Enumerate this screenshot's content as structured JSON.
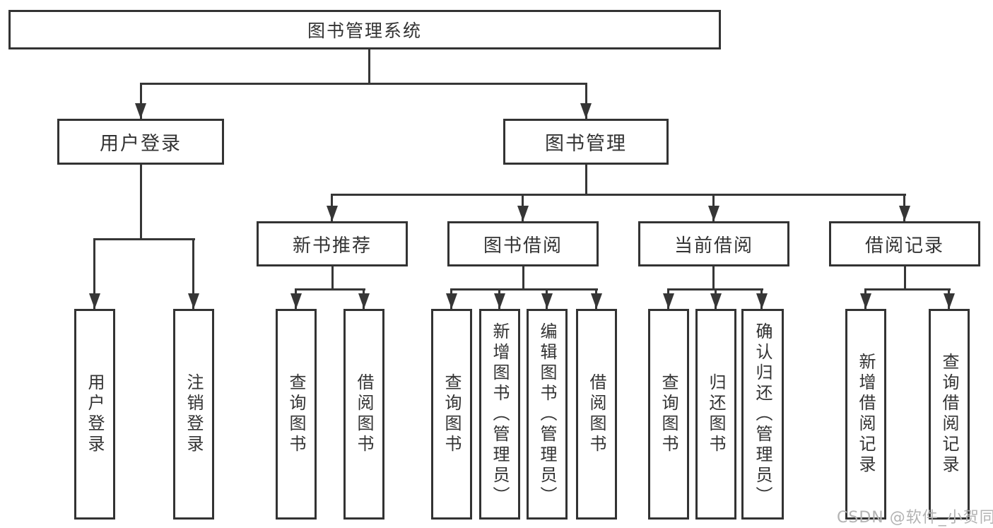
{
  "colors": {
    "background": "#ffffff",
    "line": "#363636",
    "box_border": "#333333",
    "text": "#333333",
    "watermark": "#b3b3b3"
  },
  "diagram": {
    "type": "hierarchy-tree",
    "root": {
      "label": "图书管理系统"
    },
    "level2": [
      {
        "label": "用户登录"
      },
      {
        "label": "图书管理"
      }
    ],
    "level3": [
      {
        "label": "新书推荐"
      },
      {
        "label": "图书借阅"
      },
      {
        "label": "当前借阅"
      },
      {
        "label": "借阅记录"
      }
    ],
    "leaf_groups": [
      {
        "parent": "用户登录",
        "items": [
          "用户登录",
          "注销登录"
        ]
      },
      {
        "parent": "新书推荐",
        "items": [
          "查询图书",
          "借阅图书"
        ]
      },
      {
        "parent": "图书借阅",
        "items": [
          "查询图书",
          "新增图书（管理员）",
          "编辑图书（管理员）",
          "借阅图书"
        ]
      },
      {
        "parent": "当前借阅",
        "items": [
          "查询图书",
          "归还图书",
          "确认归还（管理员）"
        ]
      },
      {
        "parent": "借阅记录",
        "items": [
          "新增借阅记录",
          "查询借阅记录"
        ]
      }
    ]
  },
  "watermark": {
    "text": "CSDN @软件_小贺同学"
  }
}
